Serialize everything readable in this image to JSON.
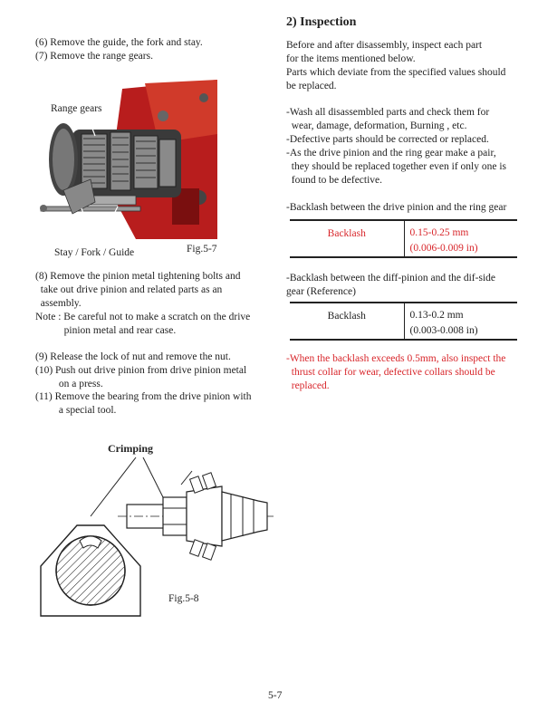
{
  "left": {
    "steps_top": [
      "(6) Remove the guide, the fork and stay.",
      "(7) Remove the range gears."
    ],
    "photo_label_top": "Range gears",
    "photo_label_bottom": "Stay / Fork / Guide",
    "fig1_caption": "Fig.5-7",
    "steps_mid": [
      "(8) Remove the pinion metal tightening bolts and",
      "  take out drive pinion and related parts as an",
      "  assembly.",
      "Note : Be careful not to make a scratch on the drive",
      "           pinion metal and rear case."
    ],
    "steps_low": [
      "(9) Release the lock of nut and remove the nut.",
      "(10) Push out drive pinion from drive pinion metal",
      "         on a press.",
      "(11) Remove the bearing from the drive pinion with",
      "         a special tool."
    ],
    "crimping_label": "Crimping",
    "fig2_caption": "Fig.5-8"
  },
  "right": {
    "heading": "2) Inspection",
    "intro": [
      "Before and after disassembly, inspect each part",
      "for the items mentioned below.",
      "Parts which deviate from the specified values should",
      "be replaced."
    ],
    "bullets": [
      "-Wash all disassembled parts and check them for",
      "  wear, damage, deformation, Burning , etc.",
      "-Defective parts should be corrected or replaced.",
      "-As the drive pinion and the ring gear make a pair,",
      "  they should be replaced together even if only one is",
      "  found to be defective."
    ],
    "table1_title": "-Backlash between the drive pinion and the ring gear",
    "table1": {
      "label": "Backlash",
      "mm": "0.15-0.25 mm",
      "in": "(0.006-0.009 in)"
    },
    "table2_title": [
      "-Backlash between the diff-pinion and the dif-side",
      "gear (Reference)"
    ],
    "table2": {
      "label": "Backlash",
      "mm": "0.13-0.2 mm",
      "in": "(0.003-0.008 in)"
    },
    "warning": [
      "-When the backlash exceeds 0.5mm, also inspect the",
      "  thrust collar for wear, defective collars should be",
      "  replaced."
    ]
  },
  "page_number": "5-7",
  "colors": {
    "red_text": "#d8262b",
    "text": "#222222"
  }
}
